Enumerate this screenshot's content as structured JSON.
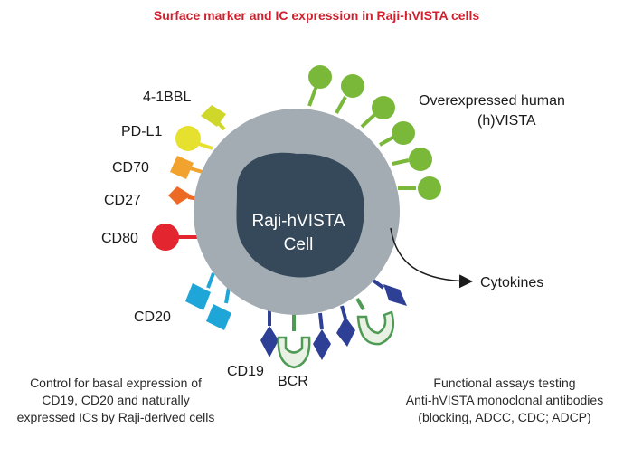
{
  "title": "Surface marker and IC expression in Raji-hVISTA cells",
  "colors": {
    "title": "#d0202e",
    "cell_outer": "#a3acb3",
    "cell_nucleus": "#35495a",
    "vista": "#7ab83a",
    "bbl": "#cfd82a",
    "pdl1": "#e6e02e",
    "cd70": "#f2a22e",
    "cd27": "#ec6a24",
    "cd80": "#e2252e",
    "cd20": "#1fa6d8",
    "cd19": "#2e3f96",
    "bcr": "#4f9a54"
  },
  "cell": {
    "line1": "Raji-hVISTA",
    "line2": "Cell"
  },
  "labels": {
    "bbl": "4-1BBL",
    "pdl1": "PD-L1",
    "cd70": "CD70",
    "cd27": "CD27",
    "cd80": "CD80",
    "cd20": "CD20",
    "cd19": "CD19",
    "bcr": "BCR",
    "vista_line1": "Overexpressed human",
    "vista_line2": "(h)VISTA",
    "cytokines": "Cytokines"
  },
  "notes": {
    "left": [
      "Control for basal expression of",
      "CD19, CD20 and naturally",
      "expressed ICs by Raji-derived cells"
    ],
    "right": [
      "Functional assays testing",
      "Anti-hVISTA monoclonal antibodies",
      "(blocking, ADCC, CDC; ADCP)"
    ]
  }
}
